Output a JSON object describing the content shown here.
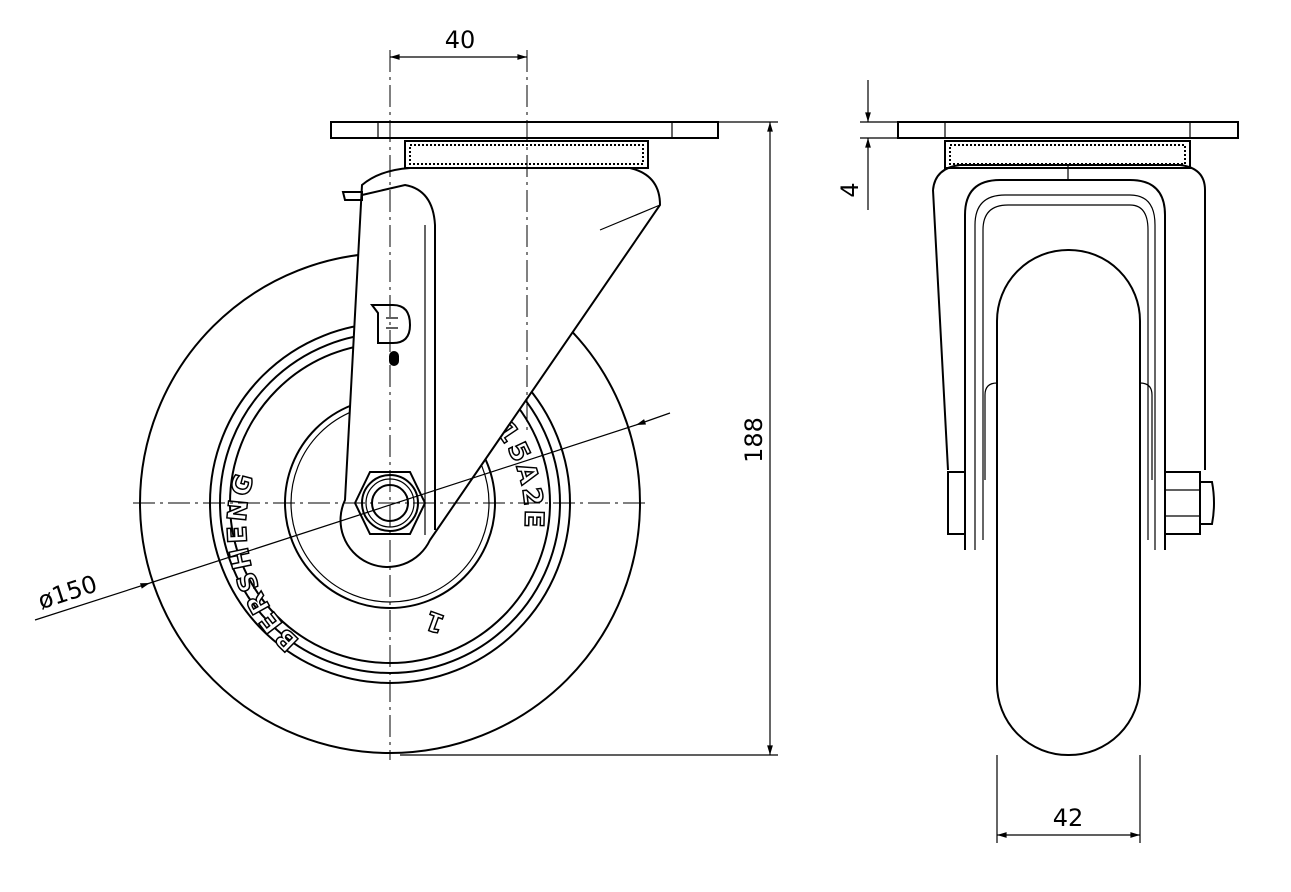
{
  "dimensions": {
    "offset": "40",
    "height": "188",
    "plate_thickness": "4",
    "wheel_width": "42",
    "wheel_diameter": "ø150"
  },
  "wheel_markings": {
    "brand": "BERSHENG",
    "size_code": "15A2E",
    "digit": "1"
  },
  "colors": {
    "line": "#000000",
    "background": "#ffffff"
  }
}
